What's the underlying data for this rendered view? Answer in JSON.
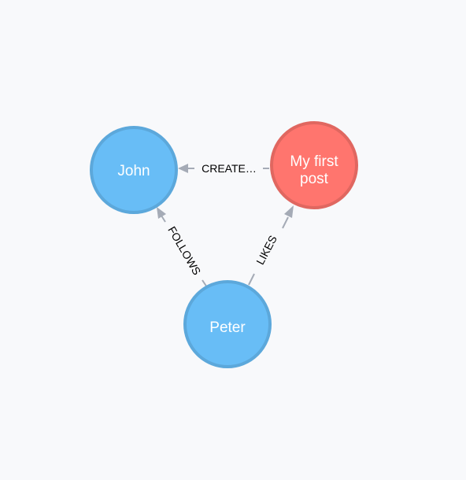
{
  "graph": {
    "colors": {
      "person_fill": "#68bdf6",
      "person_stroke": "#5ca8db",
      "post_fill": "#ff756e",
      "post_stroke": "#e06760",
      "edge": "#a5abb6",
      "label_text": "#ffffff",
      "rel_text": "#000000",
      "background": "#f8f9fb"
    },
    "nodes": [
      {
        "id": "john",
        "label_lines": [
          "John"
        ],
        "category": "person"
      },
      {
        "id": "post",
        "label_lines": [
          "My first",
          "post"
        ],
        "category": "post"
      },
      {
        "id": "peter",
        "label_lines": [
          "Peter"
        ],
        "category": "person"
      }
    ],
    "relationships": [
      {
        "id": "created",
        "from": "post",
        "to": "john",
        "label": "CREATE…"
      },
      {
        "id": "follows",
        "from": "peter",
        "to": "john",
        "label": "FOLLOWS"
      },
      {
        "id": "likes",
        "from": "peter",
        "to": "post",
        "label": "LIKES"
      }
    ]
  }
}
